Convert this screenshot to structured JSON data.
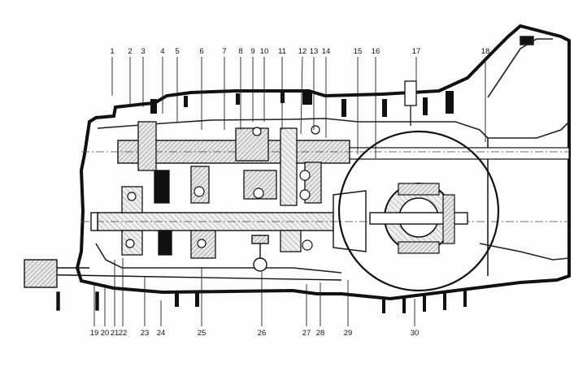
{
  "diagram": {
    "kind": "transmission cross-section",
    "top_labels": [
      "1",
      "2",
      "3",
      "4",
      "5",
      "6",
      "7",
      "8",
      "9",
      "10",
      "11",
      "12",
      "13",
      "14",
      "15",
      "16",
      "17",
      "18"
    ],
    "bottom_labels": [
      "19",
      "20",
      "21",
      "22",
      "23",
      "24",
      "25",
      "26",
      "27",
      "28",
      "29",
      "30"
    ]
  }
}
